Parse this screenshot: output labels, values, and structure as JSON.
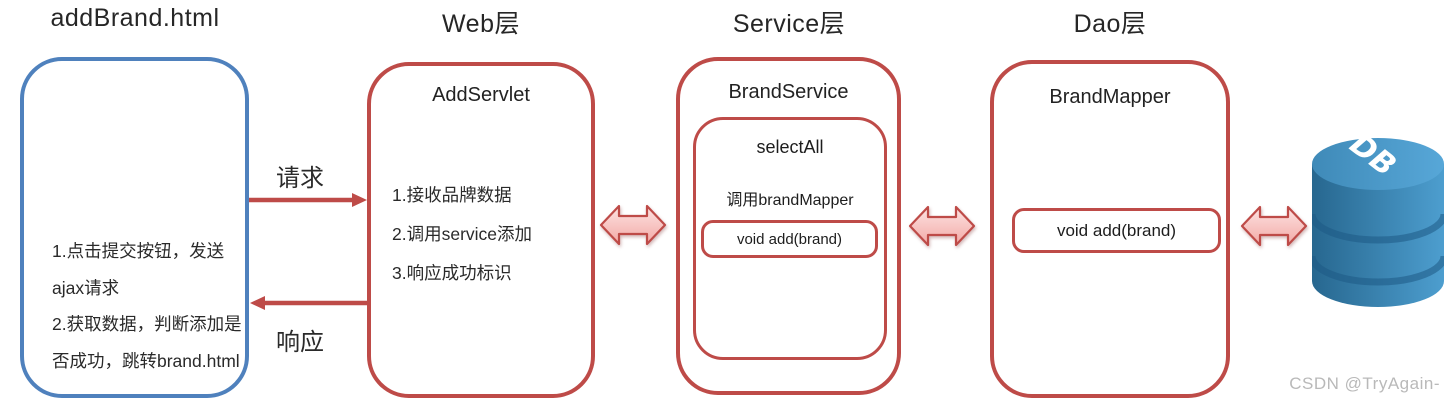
{
  "diagram": {
    "columns": [
      {
        "title": "addBrand.html"
      },
      {
        "title": "Web层"
      },
      {
        "title": "Service层"
      },
      {
        "title": "Dao层"
      }
    ],
    "page_box": {
      "lines": [
        "1.点击提交按钮，发送",
        "ajax请求",
        "2.获取数据，判断添加是",
        "否成功，跳转brand.html"
      ]
    },
    "request_label": "请求",
    "response_label": "响应",
    "web_box": {
      "title": "AddServlet",
      "items": [
        "1.接收品牌数据",
        "2.调用service添加",
        "3.响应成功标识"
      ]
    },
    "service_box": {
      "title": "BrandService",
      "method_box": {
        "title": "selectAll",
        "subtitle": "调用brandMapper",
        "call": "void add(brand)"
      }
    },
    "dao_box": {
      "title": "BrandMapper",
      "call": "void add(brand)"
    },
    "db_label": "DB",
    "watermark": "CSDN @TryAgain-",
    "colors": {
      "blue_border": "#4F81BD",
      "red_border": "#BE4B48",
      "arrow_fill_light": "#FDE3E2",
      "arrow_fill_dark": "#F2A9A6",
      "db_dark": "#27678F",
      "db_light": "#4D9ECF",
      "text": "#2F2F2F",
      "watermark": "#B9B9B9"
    }
  }
}
